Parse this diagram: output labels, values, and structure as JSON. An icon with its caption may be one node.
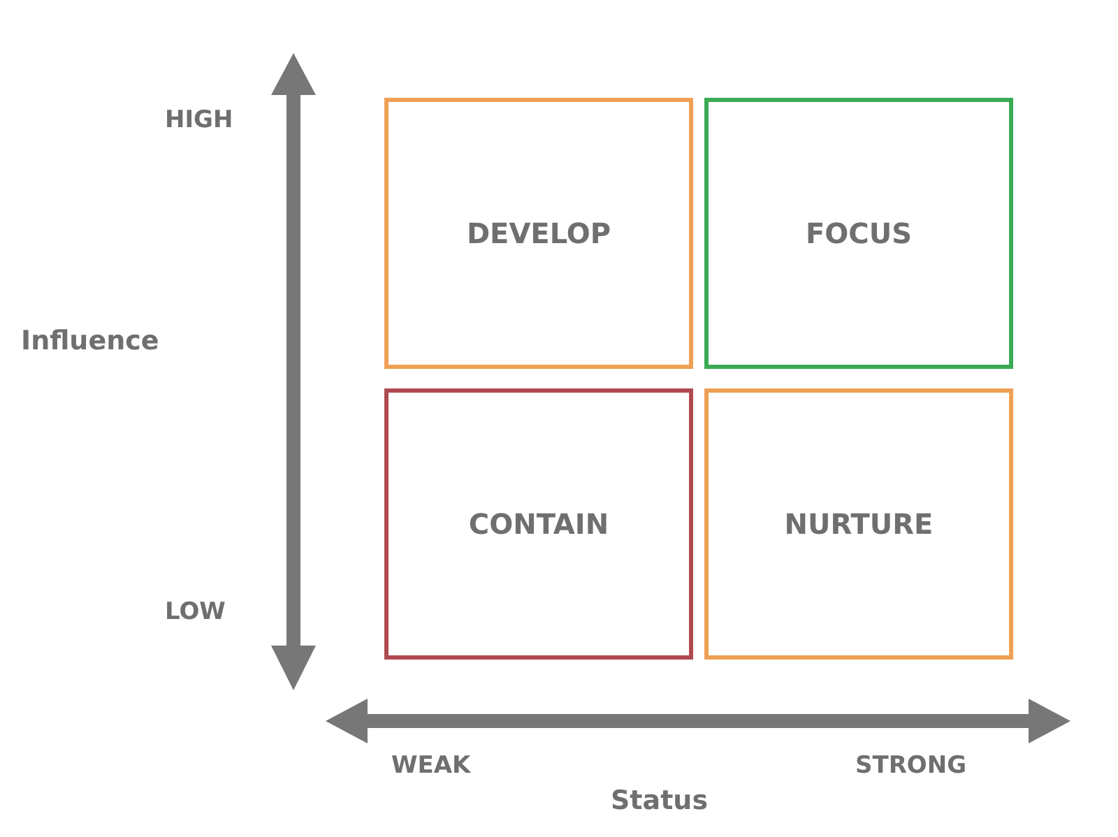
{
  "diagram": {
    "nodes": [
      {
        "text": [
          "DEVELOP"
        ]
      },
      {
        "text": [
          "FOCUS"
        ]
      },
      {
        "text": [
          "CONTAIN"
        ]
      },
      {
        "text": [
          "NURTURE"
        ]
      }
    ],
    "labels": [
      "HIGH",
      "Influence",
      "LOW",
      "WEAK",
      "STRONG",
      "Status"
    ]
  }
}
